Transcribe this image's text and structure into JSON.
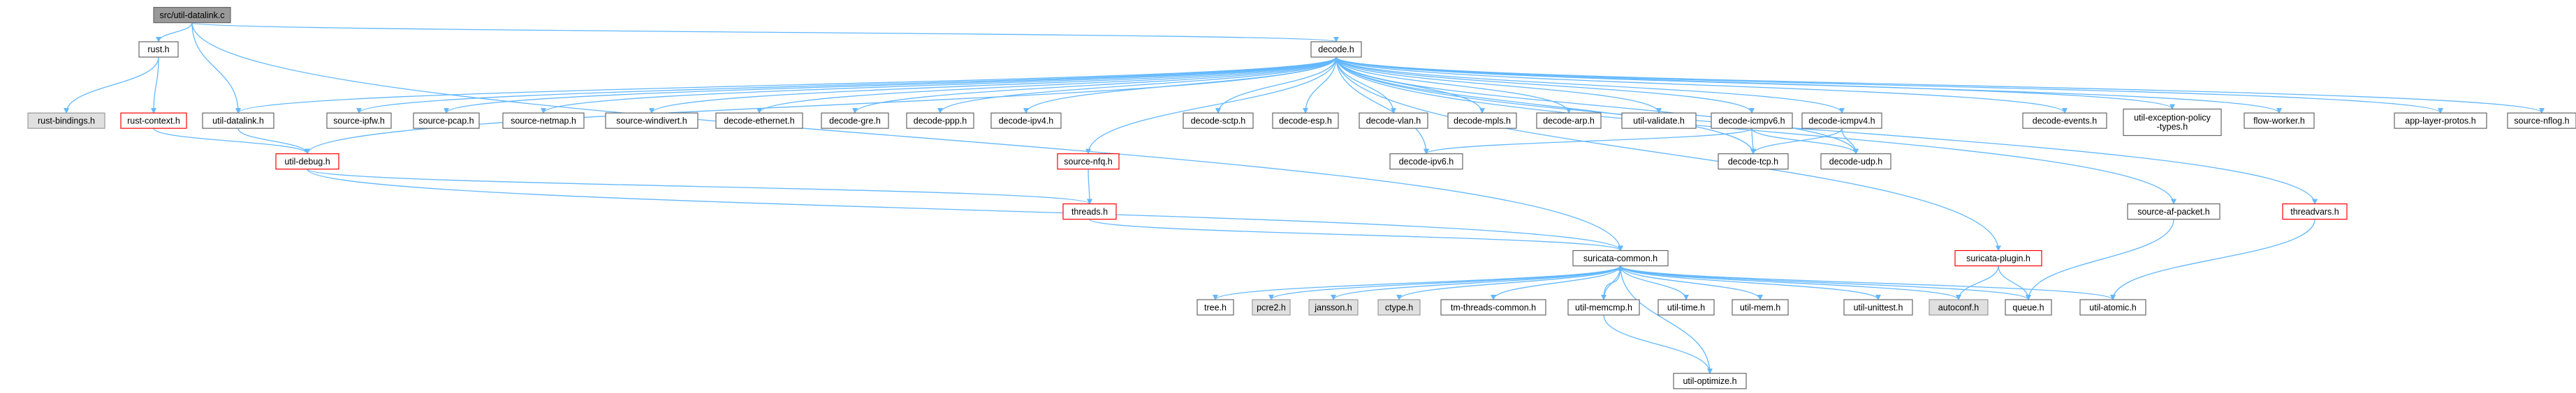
{
  "diagram": {
    "colors": {
      "edge": "#63b8ff",
      "node_fill": "#ffffff",
      "node_border": "#666666",
      "root_fill": "#999999",
      "root_border": "#666666",
      "external_fill": "#e0e0e0",
      "external_border": "#999999",
      "truncated_border": "#ff0000"
    },
    "nodes": [
      {
        "id": "root",
        "label": "src/util-datalink.c",
        "kind": "root"
      },
      {
        "id": "rust",
        "label": "rust.h",
        "kind": "normal"
      },
      {
        "id": "decode",
        "label": "decode.h",
        "kind": "normal"
      },
      {
        "id": "rust_bindings",
        "label": "rust-bindings.h",
        "kind": "external"
      },
      {
        "id": "rust_context",
        "label": "rust-context.h",
        "kind": "truncated"
      },
      {
        "id": "util_datalink",
        "label": "util-datalink.h",
        "kind": "normal"
      },
      {
        "id": "source_ipfw",
        "label": "source-ipfw.h",
        "kind": "normal"
      },
      {
        "id": "source_pcap",
        "label": "source-pcap.h",
        "kind": "normal"
      },
      {
        "id": "source_netmap",
        "label": "source-netmap.h",
        "kind": "normal"
      },
      {
        "id": "source_windivert",
        "label": "source-windivert.h",
        "kind": "normal"
      },
      {
        "id": "decode_ethernet",
        "label": "decode-ethernet.h",
        "kind": "normal"
      },
      {
        "id": "decode_gre",
        "label": "decode-gre.h",
        "kind": "normal"
      },
      {
        "id": "decode_ppp",
        "label": "decode-ppp.h",
        "kind": "normal"
      },
      {
        "id": "decode_ipv4",
        "label": "decode-ipv4.h",
        "kind": "normal"
      },
      {
        "id": "decode_sctp",
        "label": "decode-sctp.h",
        "kind": "normal"
      },
      {
        "id": "decode_esp",
        "label": "decode-esp.h",
        "kind": "normal"
      },
      {
        "id": "decode_vlan",
        "label": "decode-vlan.h",
        "kind": "normal"
      },
      {
        "id": "decode_mpls",
        "label": "decode-mpls.h",
        "kind": "normal"
      },
      {
        "id": "decode_arp",
        "label": "decode-arp.h",
        "kind": "normal"
      },
      {
        "id": "util_validate",
        "label": "util-validate.h",
        "kind": "normal"
      },
      {
        "id": "decode_icmpv6",
        "label": "decode-icmpv6.h",
        "kind": "normal"
      },
      {
        "id": "decode_icmpv4",
        "label": "decode-icmpv4.h",
        "kind": "normal"
      },
      {
        "id": "decode_events",
        "label": "decode-events.h",
        "kind": "normal"
      },
      {
        "id": "util_exception",
        "label": "util-exception-policy\n-types.h",
        "kind": "normal"
      },
      {
        "id": "flow_worker",
        "label": "flow-worker.h",
        "kind": "normal"
      },
      {
        "id": "app_layer_protos",
        "label": "app-layer-protos.h",
        "kind": "normal"
      },
      {
        "id": "source_nflog",
        "label": "source-nflog.h",
        "kind": "normal"
      },
      {
        "id": "util_debug",
        "label": "util-debug.h",
        "kind": "truncated"
      },
      {
        "id": "source_nfq",
        "label": "source-nfq.h",
        "kind": "truncated"
      },
      {
        "id": "decode_ipv6",
        "label": "decode-ipv6.h",
        "kind": "normal"
      },
      {
        "id": "decode_tcp",
        "label": "decode-tcp.h",
        "kind": "normal"
      },
      {
        "id": "decode_udp",
        "label": "decode-udp.h",
        "kind": "normal"
      },
      {
        "id": "threads",
        "label": "threads.h",
        "kind": "truncated"
      },
      {
        "id": "source_af_packet",
        "label": "source-af-packet.h",
        "kind": "normal"
      },
      {
        "id": "threadvars",
        "label": "threadvars.h",
        "kind": "truncated"
      },
      {
        "id": "suricata_common",
        "label": "suricata-common.h",
        "kind": "normal"
      },
      {
        "id": "suricata_plugin",
        "label": "suricata-plugin.h",
        "kind": "truncated"
      },
      {
        "id": "tree",
        "label": "tree.h",
        "kind": "normal"
      },
      {
        "id": "pcre2",
        "label": "pcre2.h",
        "kind": "external"
      },
      {
        "id": "jansson",
        "label": "jansson.h",
        "kind": "external"
      },
      {
        "id": "ctype",
        "label": "ctype.h",
        "kind": "external"
      },
      {
        "id": "tm_threads_common",
        "label": "tm-threads-common.h",
        "kind": "normal"
      },
      {
        "id": "util_memcmp",
        "label": "util-memcmp.h",
        "kind": "normal"
      },
      {
        "id": "util_time",
        "label": "util-time.h",
        "kind": "normal"
      },
      {
        "id": "util_mem",
        "label": "util-mem.h",
        "kind": "normal"
      },
      {
        "id": "util_unittest",
        "label": "util-unittest.h",
        "kind": "normal"
      },
      {
        "id": "autoconf",
        "label": "autoconf.h",
        "kind": "external"
      },
      {
        "id": "queue",
        "label": "queue.h",
        "kind": "normal"
      },
      {
        "id": "util_atomic",
        "label": "util-atomic.h",
        "kind": "normal"
      },
      {
        "id": "util_optimize",
        "label": "util-optimize.h",
        "kind": "normal"
      }
    ],
    "edges": [
      [
        "root",
        "rust"
      ],
      [
        "root",
        "decode"
      ],
      [
        "root",
        "util_datalink"
      ],
      [
        "root",
        "suricata_common"
      ],
      [
        "rust",
        "rust_bindings"
      ],
      [
        "rust",
        "rust_context"
      ],
      [
        "rust_context",
        "util_debug"
      ],
      [
        "util_datalink",
        "util_debug"
      ],
      [
        "decode",
        "util_datalink"
      ],
      [
        "decode",
        "util_debug"
      ],
      [
        "decode",
        "source_ipfw"
      ],
      [
        "decode",
        "source_pcap"
      ],
      [
        "decode",
        "source_netmap"
      ],
      [
        "decode",
        "source_windivert"
      ],
      [
        "decode",
        "decode_ethernet"
      ],
      [
        "decode",
        "decode_gre"
      ],
      [
        "decode",
        "decode_ppp"
      ],
      [
        "decode",
        "decode_ipv4"
      ],
      [
        "decode",
        "source_nfq"
      ],
      [
        "decode",
        "decode_ipv6"
      ],
      [
        "decode",
        "decode_sctp"
      ],
      [
        "decode",
        "decode_esp"
      ],
      [
        "decode",
        "decode_vlan"
      ],
      [
        "decode",
        "decode_mpls"
      ],
      [
        "decode",
        "decode_arp"
      ],
      [
        "decode",
        "util_validate"
      ],
      [
        "decode",
        "decode_icmpv6"
      ],
      [
        "decode",
        "decode_icmpv4"
      ],
      [
        "decode",
        "decode_tcp"
      ],
      [
        "decode",
        "decode_udp"
      ],
      [
        "decode",
        "decode_events"
      ],
      [
        "decode",
        "util_exception"
      ],
      [
        "decode",
        "flow_worker"
      ],
      [
        "decode",
        "app_layer_protos"
      ],
      [
        "decode",
        "source_nflog"
      ],
      [
        "decode",
        "source_af_packet"
      ],
      [
        "decode",
        "threadvars"
      ],
      [
        "decode",
        "suricata_plugin"
      ],
      [
        "decode_icmpv6",
        "decode_ipv6"
      ],
      [
        "decode_icmpv6",
        "decode_tcp"
      ],
      [
        "decode_icmpv6",
        "decode_udp"
      ],
      [
        "decode_icmpv4",
        "decode_tcp"
      ],
      [
        "decode_icmpv4",
        "decode_udp"
      ],
      [
        "source_nfq",
        "threads"
      ],
      [
        "util_debug",
        "threads"
      ],
      [
        "util_debug",
        "suricata_common"
      ],
      [
        "threads",
        "suricata_common"
      ],
      [
        "source_af_packet",
        "queue"
      ],
      [
        "threadvars",
        "util_atomic"
      ],
      [
        "suricata_plugin",
        "autoconf"
      ],
      [
        "suricata_plugin",
        "queue"
      ],
      [
        "suricata_common",
        "tree"
      ],
      [
        "suricata_common",
        "pcre2"
      ],
      [
        "suricata_common",
        "jansson"
      ],
      [
        "suricata_common",
        "ctype"
      ],
      [
        "suricata_common",
        "tm_threads_common"
      ],
      [
        "suricata_common",
        "util_memcmp"
      ],
      [
        "suricata_common",
        "util_time"
      ],
      [
        "suricata_common",
        "util_mem"
      ],
      [
        "suricata_common",
        "util_unittest"
      ],
      [
        "suricata_common",
        "autoconf"
      ],
      [
        "suricata_common",
        "queue"
      ],
      [
        "suricata_common",
        "util_atomic"
      ],
      [
        "suricata_common",
        "util_optimize"
      ],
      [
        "util_memcmp",
        "suricata_common"
      ],
      [
        "util_memcmp",
        "util_optimize"
      ]
    ]
  }
}
